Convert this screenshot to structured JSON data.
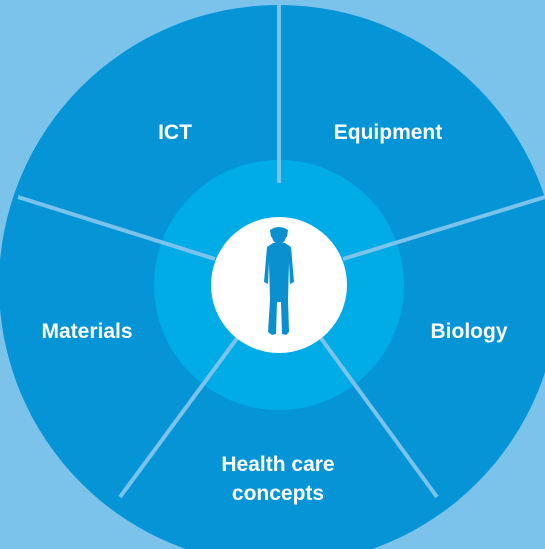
{
  "diagram": {
    "segments": [
      {
        "lines": [
          "ICT"
        ]
      },
      {
        "lines": [
          "Equipment"
        ]
      },
      {
        "lines": [
          "Biology"
        ]
      },
      {
        "lines": [
          "Health care",
          "concepts"
        ]
      },
      {
        "lines": [
          "Materials"
        ]
      }
    ],
    "center_icon": "person-silhouette-icon"
  },
  "colors": {
    "background": "#7cc3ec",
    "segment_fill": "#0595d6",
    "divider": "#7cc3ec",
    "inner_ring": "#00ace6",
    "center_circle": "#ffffff",
    "figure": "#0a8fcf"
  }
}
